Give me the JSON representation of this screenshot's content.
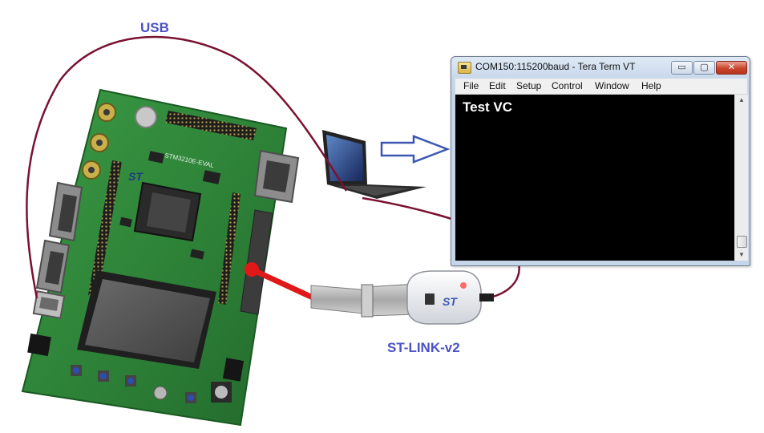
{
  "labels": {
    "usb": "USB",
    "stlink": "ST-LINK-v2"
  },
  "board": {
    "silkscreen": "STM3210E-EVAL"
  },
  "terminal_window": {
    "title": "COM150:115200baud - Tera Term VT",
    "controls": {
      "minimize": "▭",
      "maximize": "▢",
      "close": "✕"
    },
    "menu": [
      "File",
      "Edit",
      "Setup",
      "Control",
      "Window",
      "Help"
    ],
    "terminal_text": "Test VC",
    "scroll_up": "▲",
    "scroll_down": "▼"
  },
  "colors": {
    "cable": "#7a1230",
    "label": "#4a52c4",
    "pcb": "#2f8a3a",
    "red_marker": "#e01818",
    "arrow": "#3b58b0"
  }
}
